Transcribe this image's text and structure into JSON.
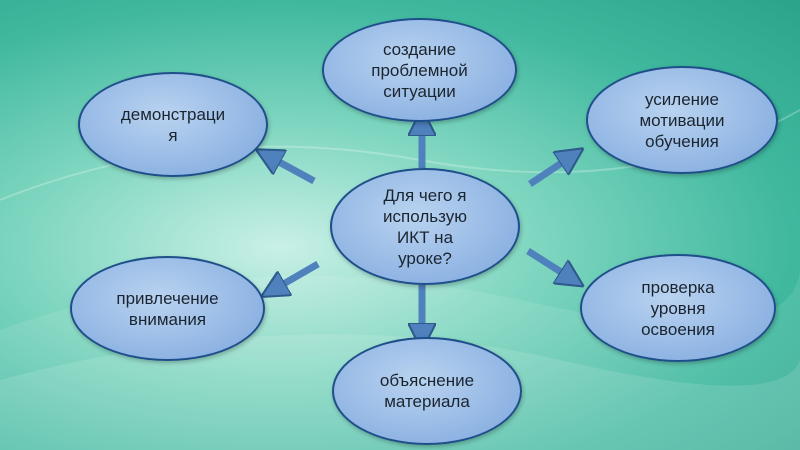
{
  "diagram": {
    "center": {
      "label": "Для чего я\nиспользую\nИКТ на\nуроке?"
    },
    "nodes": {
      "top": {
        "label": "создание\nпроблемной\nситуации"
      },
      "top_left": {
        "label": "демонстраци\nя"
      },
      "top_right": {
        "label": "усиление\nмотивации\nобучения"
      },
      "bottom_left": {
        "label": "привлечение\nвнимания"
      },
      "bottom_right": {
        "label": "проверка\nуровня\nосвоения"
      },
      "bottom": {
        "label": "объяснение\nматериала"
      }
    },
    "colors": {
      "node_fill": "#8fb4e3",
      "node_border": "#1f4f8a",
      "arrow": "#4f81bd",
      "background": "#3fb89e"
    }
  }
}
